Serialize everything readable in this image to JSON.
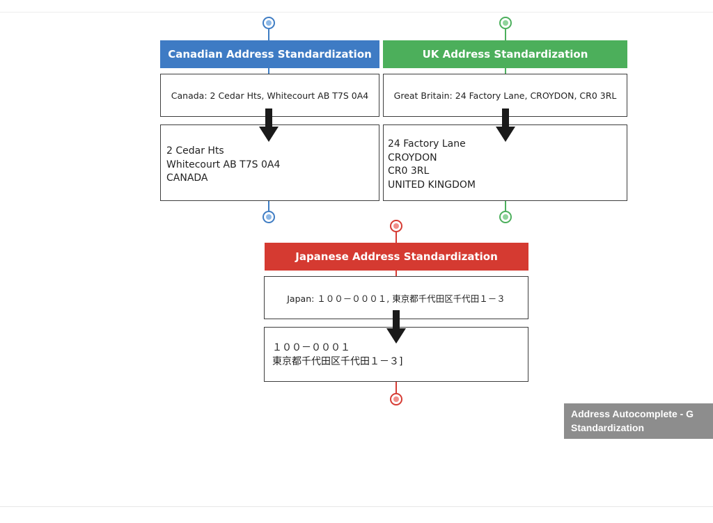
{
  "canada": {
    "header": "Canadian Address Standardization",
    "input": "Canada: 2 Cedar Hts, Whitecourt AB T7S 0A4",
    "output": [
      "2 Cedar Hts",
      "Whitecourt AB T7S 0A4",
      "CANADA"
    ]
  },
  "uk": {
    "header": "UK Address Standardization",
    "input": "Great Britain: 24 Factory Lane, CROYDON, CR0 3RL",
    "output": [
      "24 Factory Lane",
      "CROYDON",
      "CR0 3RL",
      "UNITED KINGDOM"
    ]
  },
  "japan": {
    "header": "Japanese Address Standardization",
    "input": "Japan: １００－０００１, 東京都千代田区千代田１－３",
    "output": [
      "１００－０００１",
      "東京都千代田区千代田１－３]"
    ]
  },
  "tooltip": {
    "line1": "Address Autocomplete - G",
    "line2": "Standardization"
  },
  "colors": {
    "canada": "#3e7bc4",
    "uk": "#4caf5b",
    "japan": "#d53a31"
  }
}
